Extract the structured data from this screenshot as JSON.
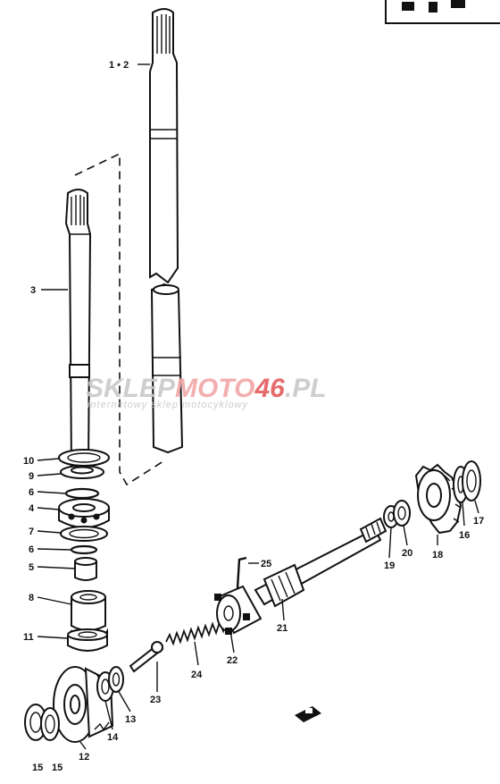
{
  "watermark": {
    "brand_a": "SKLEP",
    "brand_b": "MOTO",
    "brand_c": "46",
    "brand_d": ".PL",
    "tagline": "internetowy sklep motocyklowy",
    "colors": {
      "grey": "#c9c9c9",
      "red": "#f2a7a7",
      "badge": "#e35b5b"
    }
  },
  "labels": {
    "shaft_long": "1 • 2",
    "shaft_short": "3",
    "p10": "10",
    "p9": "9",
    "p6a": "6",
    "p4": "4",
    "p7": "7",
    "p6b": "6",
    "p5": "5",
    "p8": "8",
    "p11": "11",
    "p13": "13",
    "p14": "14",
    "p12": "12",
    "p15a": "15",
    "p15b": "15",
    "p23": "23",
    "p24": "24",
    "p22": "22",
    "p25": "25",
    "p21": "21",
    "p19": "19",
    "p20": "20",
    "p18": "18",
    "p16": "16",
    "p17": "17"
  }
}
